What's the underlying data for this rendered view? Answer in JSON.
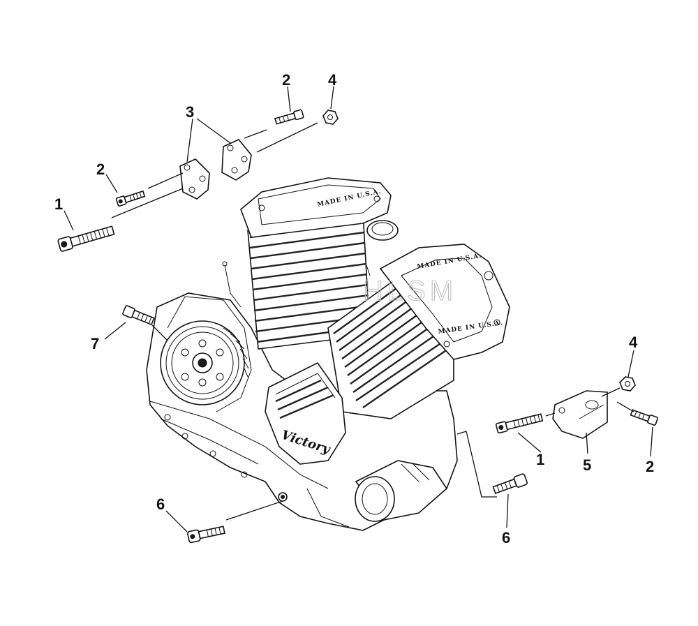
{
  "callouts": [
    {
      "id": "c1a",
      "label": "1"
    },
    {
      "id": "c1b",
      "label": "1"
    },
    {
      "id": "c2a",
      "label": "2"
    },
    {
      "id": "c2b",
      "label": "2"
    },
    {
      "id": "c2c",
      "label": "2"
    },
    {
      "id": "c3",
      "label": "3"
    },
    {
      "id": "c4a",
      "label": "4"
    },
    {
      "id": "c4b",
      "label": "4"
    },
    {
      "id": "c5",
      "label": "5"
    },
    {
      "id": "c6a",
      "label": "6"
    },
    {
      "id": "c6b",
      "label": "6"
    },
    {
      "id": "c7",
      "label": "7"
    }
  ],
  "engine": {
    "head_stamp_front": "MADE IN U.S.A.",
    "head_stamp_rear": "MADE IN U.S.A.",
    "head_stamp_top": "MADE IN U.S.A.",
    "cover_logo": "Victory"
  }
}
